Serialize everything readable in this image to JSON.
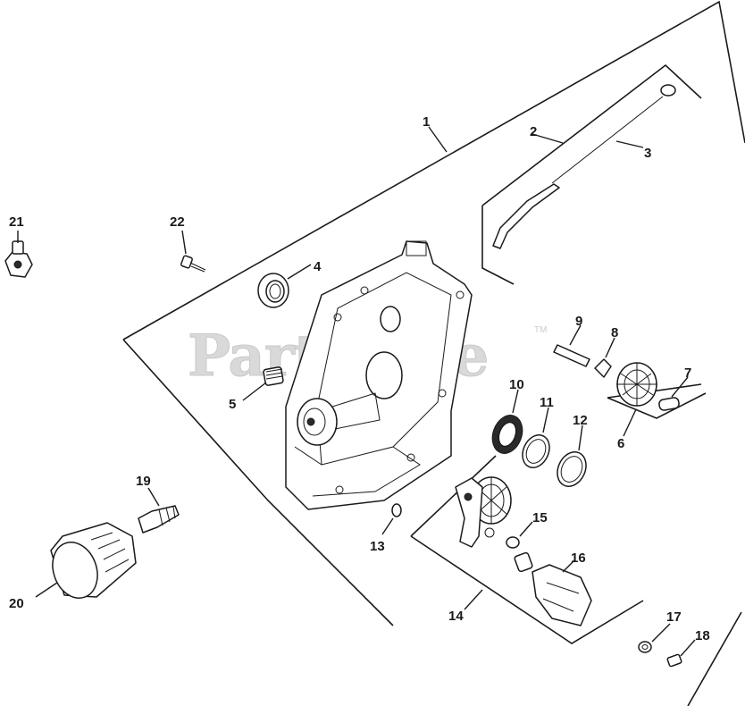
{
  "watermark": {
    "text": "PartsTree",
    "trademark": "TM"
  },
  "callouts": {
    "c1": "1",
    "c2": "2",
    "c3": "3",
    "c4": "4",
    "c5": "5",
    "c6": "6",
    "c7": "7",
    "c8": "8",
    "c9": "9",
    "c10": "10",
    "c11": "11",
    "c12": "12",
    "c13": "13",
    "c14": "14",
    "c15": "15",
    "c16": "16",
    "c17": "17",
    "c18": "18",
    "c19": "19",
    "c20": "20",
    "c21": "21",
    "c22": "22"
  }
}
